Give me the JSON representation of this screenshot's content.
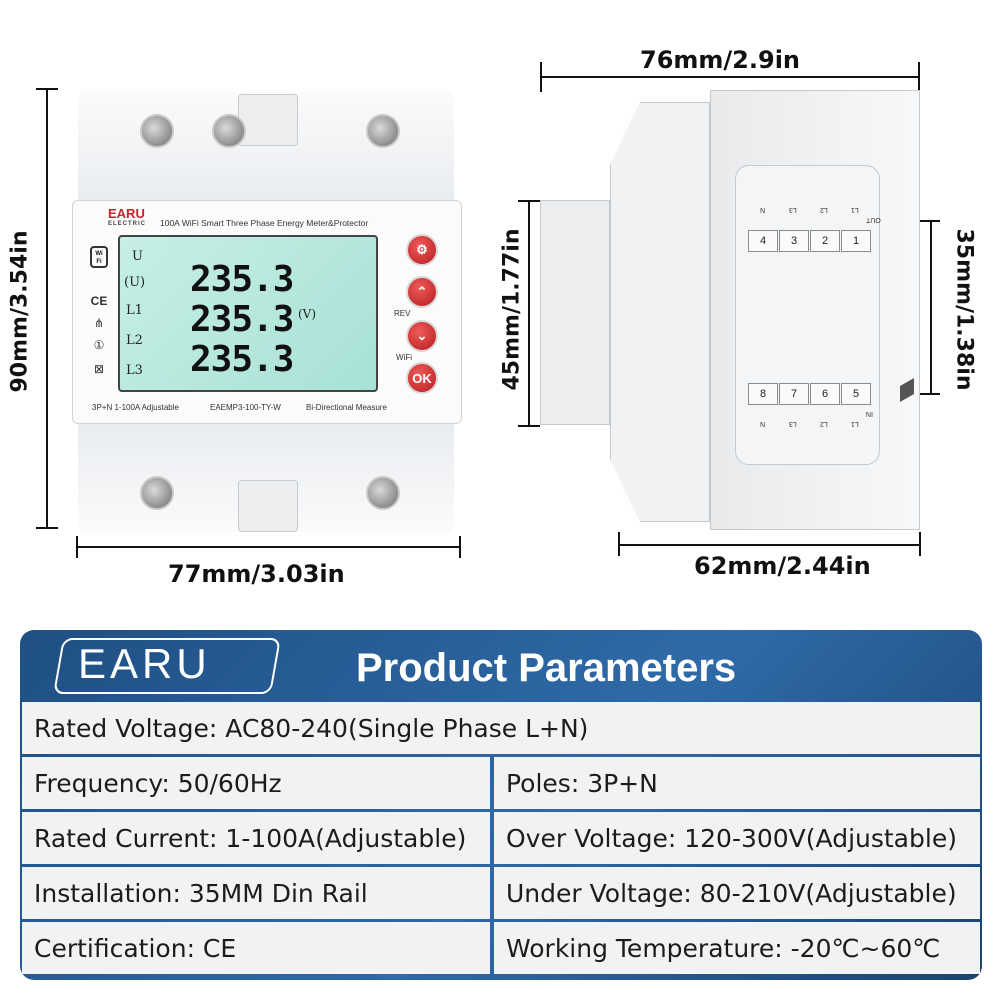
{
  "dimensions": {
    "front_width": "77mm/3.03in",
    "front_height": "90mm/3.54in",
    "side_depth_total": "76mm/2.9in",
    "side_depth_body": "62mm/2.44in",
    "side_height_front": "45mm/1.77in",
    "side_height_rail": "35mm/1.38in"
  },
  "device": {
    "brand": "EARU",
    "brand_sub": "ELECTRIC",
    "title": "100A WiFi Smart Three Phase Energy Meter&Protector",
    "lcd": {
      "labels": [
        "U",
        "(U)",
        "L1",
        "L2",
        "L3"
      ],
      "readings": [
        "235.3",
        "235.3",
        "235.3"
      ],
      "unit": "(V)"
    },
    "side_icons": {
      "wifi": "Wi Fi",
      "ce": "CE",
      "number": "①"
    },
    "buttons": {
      "ok": "OK",
      "rev": "REV",
      "wifi": "WiFi"
    },
    "footer": {
      "left": "3P+N 1-100A Adjustable",
      "model": "EAEMP3-100-TY-W",
      "right": "Bi-Directional Measure"
    },
    "terminals_top": [
      "4",
      "3",
      "2",
      "1"
    ],
    "terminals_bottom": [
      "8",
      "7",
      "6",
      "5"
    ],
    "terminal_labels_top": [
      "N",
      "L3",
      "L2",
      "L1",
      "OUT"
    ],
    "terminal_labels_bottom": [
      "N",
      "L3",
      "L2",
      "L1",
      "IN"
    ]
  },
  "params": {
    "logo": "EARU",
    "title": "Product Parameters",
    "rows": [
      [
        "Rated Voltage: AC80-240(Single Phase L+N)"
      ],
      [
        "Frequency: 50/60Hz",
        "Poles: 3P+N"
      ],
      [
        "Rated Current: 1-100A(Adjustable)",
        "Over Voltage: 120-300V(Adjustable)"
      ],
      [
        "Installation: 35MM Din Rail",
        "Under Voltage: 80-210V(Adjustable)"
      ],
      [
        "Certification: CE",
        "Working Temperature: -20℃~60℃"
      ]
    ],
    "watermark": "EARU"
  }
}
